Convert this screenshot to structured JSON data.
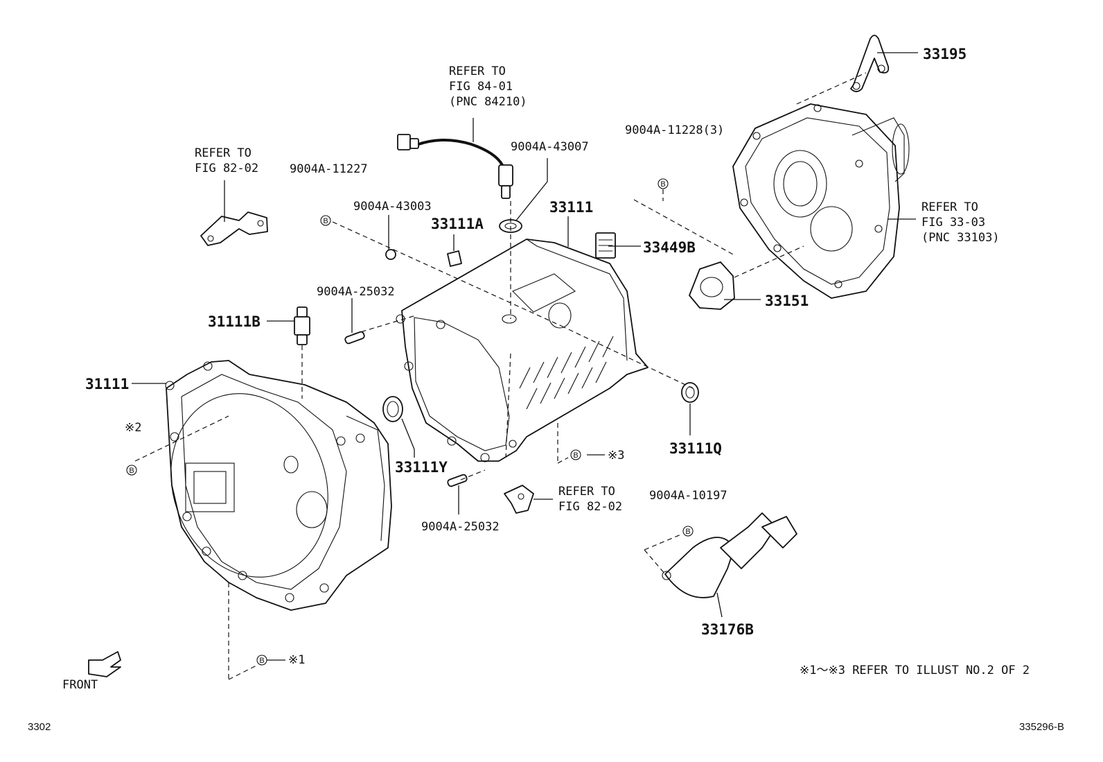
{
  "labels": {
    "refer_84_01_l1": "REFER TO",
    "refer_84_01_l2": "FIG 84-01",
    "refer_84_01_l3": "(PNC 84210)",
    "refer_82_02_top_l1": "REFER TO",
    "refer_82_02_top_l2": "FIG 82-02",
    "refer_33_03_l1": "REFER TO",
    "refer_33_03_l2": "FIG 33-03",
    "refer_33_03_l3": "(PNC 33103)",
    "refer_82_02_bot_l1": "REFER TO",
    "refer_82_02_bot_l2": "FIG 82-02",
    "p_33195": "33195",
    "p_9004a_11228_3": "9004A-11228(3)",
    "p_9004a_43007": "9004A-43007",
    "p_9004a_11227": "9004A-11227",
    "p_9004a_43003": "9004A-43003",
    "p_33111a": "33111A",
    "p_33111_top": "33111",
    "p_33449b": "33449B",
    "p_33151": "33151",
    "p_9004a_25032_top": "9004A-25032",
    "p_31111b": "31111B",
    "p_31111": "31111",
    "p_33111y": "33111Y",
    "p_33111q": "33111Q",
    "p_9004a_25032_bot": "9004A-25032",
    "p_9004a_10197": "9004A-10197",
    "p_33176b": "33176B",
    "note_2": "※2",
    "note_3": "※3",
    "note_1": "※1",
    "b": "B",
    "front": "FRONT",
    "footnote": "※1～※3 REFER TO ILLUST NO.2 OF 2",
    "page_code": "3302",
    "drawing_code": "335296-B"
  }
}
